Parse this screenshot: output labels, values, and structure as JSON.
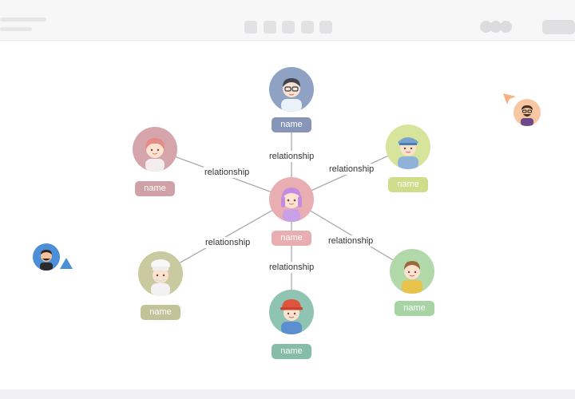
{
  "diagram": {
    "center": {
      "name": "name",
      "colors": {
        "circle": "#e9aeb1",
        "tag": "#e9aeb1"
      }
    },
    "nodes": [
      {
        "id": "top",
        "name": "name",
        "relationship": "relationship",
        "colors": {
          "circle": "#8fa2c4",
          "tag": "#8796b8"
        }
      },
      {
        "id": "top-left",
        "name": "name",
        "relationship": "relationship",
        "colors": {
          "circle": "#d6a5ab",
          "tag": "#d0a1a7"
        }
      },
      {
        "id": "top-right",
        "name": "name",
        "relationship": "relationship",
        "colors": {
          "circle": "#d7e49b",
          "tag": "#cfdd8a"
        }
      },
      {
        "id": "bottom-left",
        "name": "name",
        "relationship": "relationship",
        "colors": {
          "circle": "#c9caa0",
          "tag": "#c3c39a"
        }
      },
      {
        "id": "bottom-right",
        "name": "name",
        "relationship": "relationship",
        "colors": {
          "circle": "#b2d9a9",
          "tag": "#a8d4a5"
        }
      },
      {
        "id": "bottom",
        "name": "name",
        "relationship": "relationship",
        "colors": {
          "circle": "#8fc3b2",
          "tag": "#86bda8"
        }
      }
    ],
    "link_color": "#aaaaaa"
  },
  "collaborators": [
    {
      "id": "collab-right",
      "cursor_color": "#f4b183"
    },
    {
      "id": "collab-left",
      "cursor_color": "#4a8fd8"
    }
  ]
}
